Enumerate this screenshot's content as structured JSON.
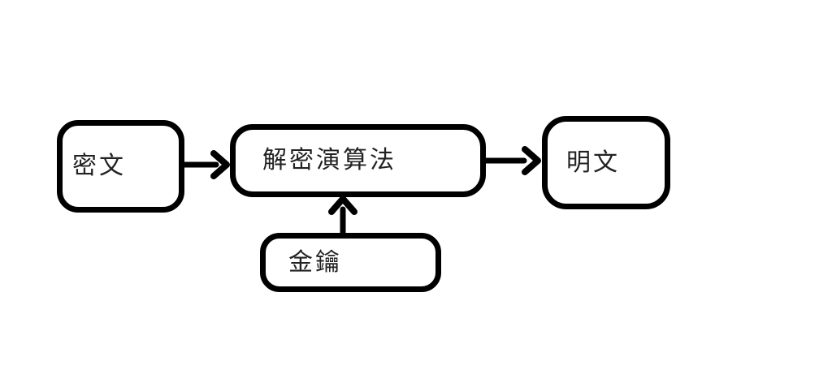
{
  "diagram": {
    "background_color": "#ffffff",
    "stroke_color": "#000000",
    "text_color": "#222222",
    "nodes": [
      {
        "id": "ciphertext",
        "label": "密文"
      },
      {
        "id": "decryption-algorithm",
        "label": "解密演算法"
      },
      {
        "id": "plaintext",
        "label": "明文"
      },
      {
        "id": "key",
        "label": "金鑰"
      }
    ],
    "edges": [
      {
        "from": "ciphertext",
        "to": "decryption-algorithm",
        "direction": "right"
      },
      {
        "from": "decryption-algorithm",
        "to": "plaintext",
        "direction": "right"
      },
      {
        "from": "key",
        "to": "decryption-algorithm",
        "direction": "up"
      }
    ]
  }
}
